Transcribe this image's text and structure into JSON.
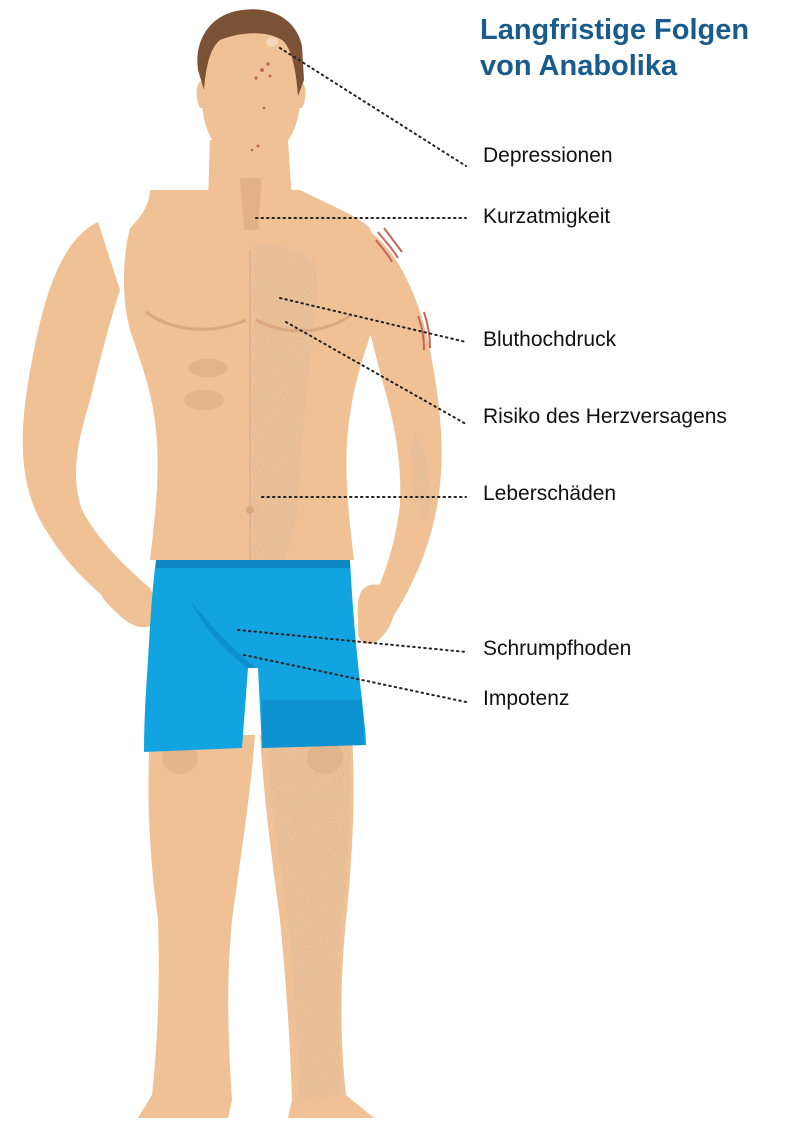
{
  "title": {
    "line1": "Langfristige Folgen",
    "line2": "von Anabolika"
  },
  "labels": [
    {
      "key": "depressionen",
      "text": "Depressionen"
    },
    {
      "key": "kurzatmigkeit",
      "text": "Kurzatmigkeit"
    },
    {
      "key": "bluthochdruck",
      "text": "Bluthochdruck"
    },
    {
      "key": "risiko",
      "text": "Risiko des Herzversagens"
    },
    {
      "key": "leberschaeden",
      "text": "Leberschäden"
    },
    {
      "key": "schrumpfhoden",
      "text": "Schrumpfhoden"
    },
    {
      "key": "impotenz",
      "text": "Impotenz"
    }
  ],
  "colors": {
    "title": "#1a5b8e",
    "skin": "#efc195",
    "skin_shadow": "#dba77c",
    "hair": "#7b5236",
    "shorts": "#12a4e0",
    "shorts_shadow": "#0c89c4",
    "body_hair": "#b39a86",
    "leader_line": "#222222"
  }
}
